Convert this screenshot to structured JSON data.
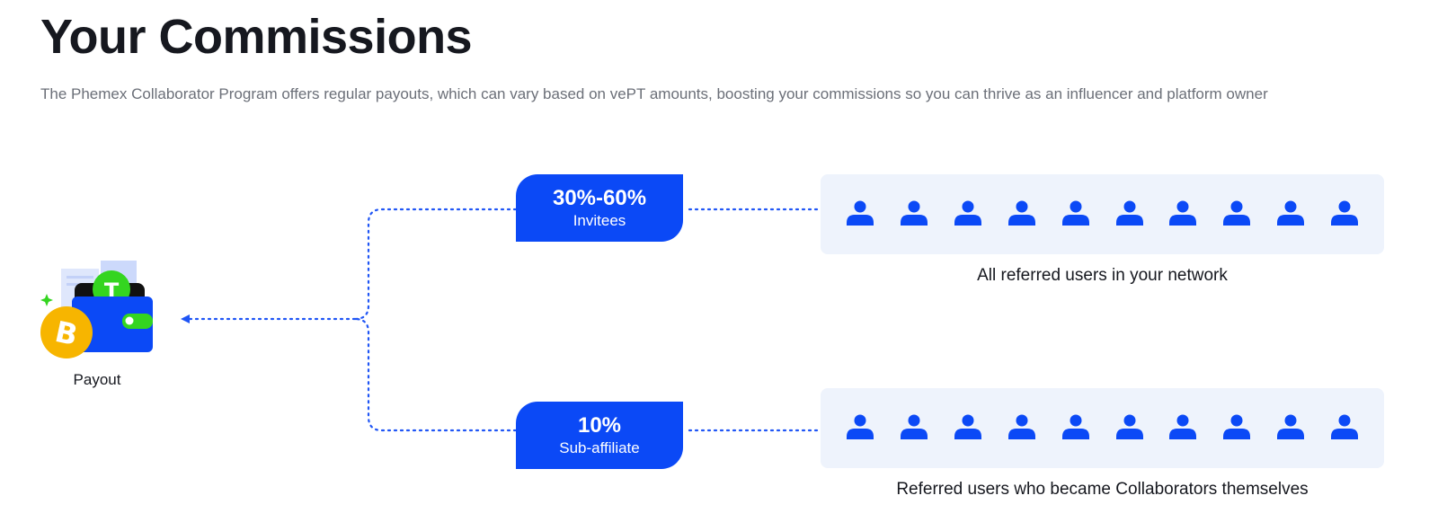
{
  "header": {
    "title": "Your Commissions",
    "subtitle": "The Phemex Collaborator Program offers regular payouts, which can vary based on vePT amounts, boosting your commissions so you can thrive as an influencer and platform owner"
  },
  "payout": {
    "label": "Payout",
    "icon": "wallet-crypto-icon"
  },
  "tiers": [
    {
      "rate": "30%-60%",
      "label": "Invitees",
      "caption": "All referred users in your network",
      "user_count": 10
    },
    {
      "rate": "10%",
      "label": "Sub-affiliate",
      "caption": "Referred users who became Collaborators themselves",
      "user_count": 10
    }
  ],
  "colors": {
    "accent": "#0b49f6",
    "panel_bg": "#eef3fc",
    "connector": "#1f55f5",
    "bitcoin": "#f7b500",
    "tether": "#34d520"
  }
}
